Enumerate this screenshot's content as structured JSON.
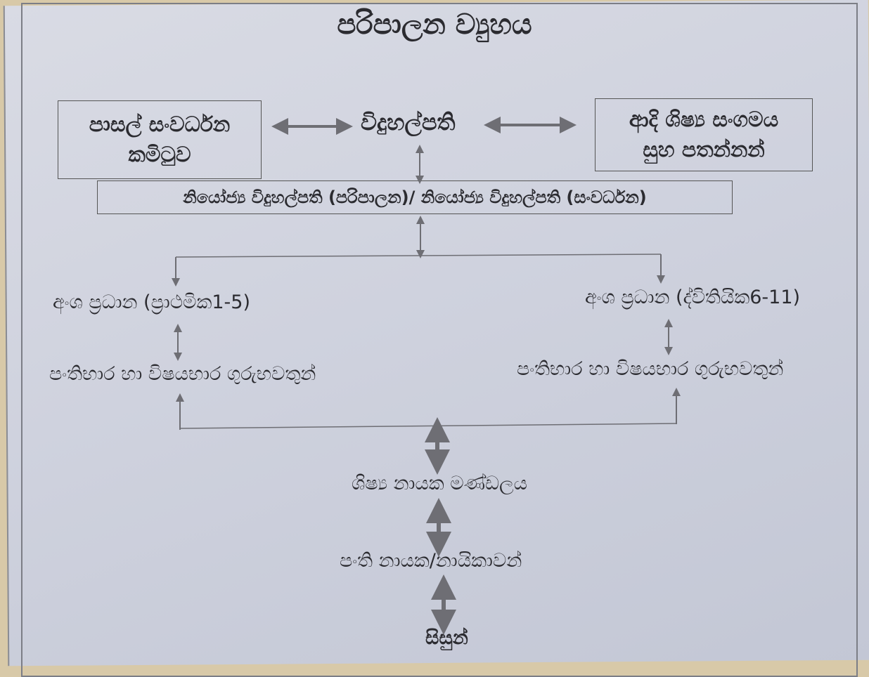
{
  "title": "පරිපාලන ව්‍යුහය",
  "nodes": {
    "development_committee": [
      "පාසල් සංවර්ධන",
      "කමිටුව"
    ],
    "principal": "විදුහල්පති",
    "alumni": [
      "ආදි ශිෂ්‍ය සංගමය",
      "සුහ පතන්නන්"
    ],
    "deputy_principals": "නියෝජ්‍ය විදුහල්පති (පරිපාලන)/ නියෝජ්‍ය විදුහල්පති (සංවර්ධන)",
    "section_head_primary": "අංශ ප්‍රධාන (ප්‍රාථමික1-5)",
    "section_head_secondary": "අංශ ප්‍රධාන (ද්විතියික6-11)",
    "teachers_left": "පංතිභාර හා විෂයභාර ගුරුභවතුන්",
    "teachers_right": "පංතිභාර හා විෂයභාර ගුරුභවතුන්",
    "prefects_board": "ශිෂ්‍ය නායක මණ්ඩලය",
    "class_leaders": "පංති නායක/නායිකාවන්",
    "students": "සිසුන්"
  },
  "colors": {
    "line": "#6e6e74",
    "text": "#2b2b30",
    "paper": "#cfd2de"
  }
}
